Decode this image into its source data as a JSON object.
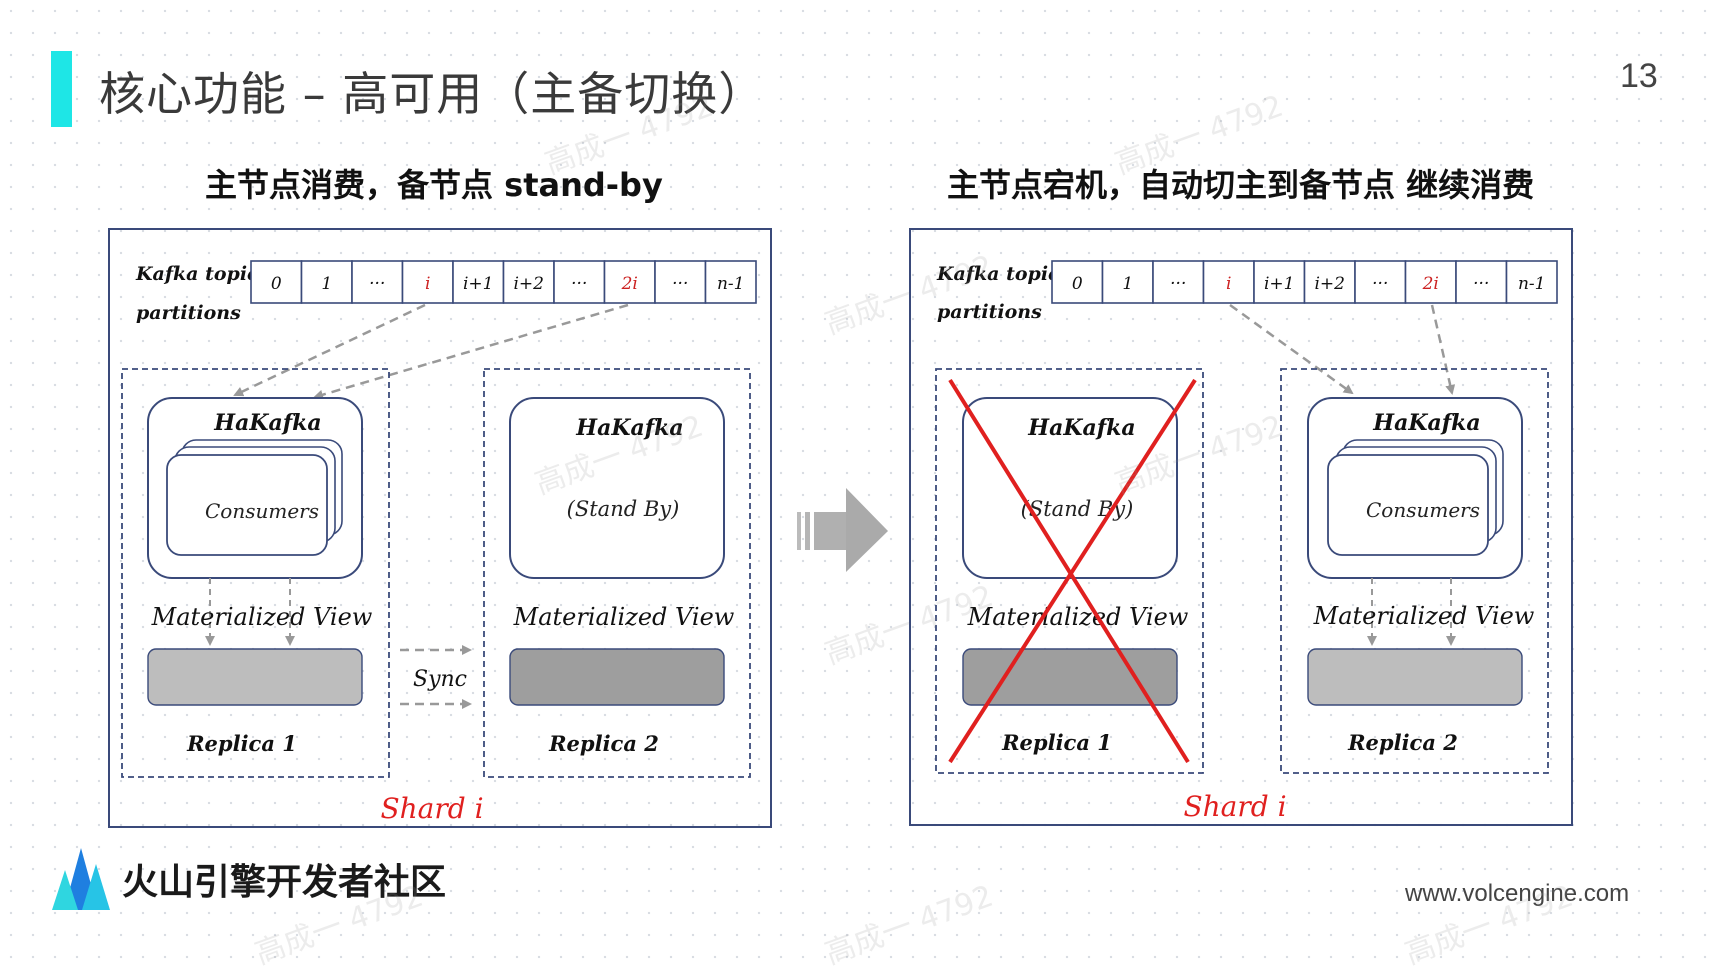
{
  "title": "核心功能 – 高可用（主备切换）",
  "page_number": "13",
  "left": {
    "heading": "主节点消费，备节点 stand-by",
    "topic_label_line1": "Kafka topic",
    "topic_label_line2": "partitions",
    "partitions": [
      "0",
      "1",
      "···",
      "i",
      "i+1",
      "i+2",
      "···",
      "2i",
      "···",
      "n-1"
    ],
    "replica1": {
      "hakafka": "HaKafka",
      "consumers": "Consumers",
      "mv": "Materialized View",
      "name": "Replica 1"
    },
    "replica2": {
      "hakafka": "HaKafka",
      "standby": "(Stand By)",
      "mv": "Materialized View",
      "name": "Replica 2"
    },
    "sync": "Sync",
    "shard": "Shard i"
  },
  "right": {
    "heading": "主节点宕机，自动切主到备节点 继续消费",
    "topic_label_line1": "Kafka topic",
    "topic_label_line2": "partitions",
    "partitions": [
      "0",
      "1",
      "···",
      "i",
      "i+1",
      "i+2",
      "···",
      "2i",
      "···",
      "n-1"
    ],
    "replica1": {
      "hakafka": "HaKafka",
      "standby": "(Stand By)",
      "mv": "Materialized View",
      "name": "Replica 1"
    },
    "replica2": {
      "hakafka": "HaKafka",
      "consumers": "Consumers",
      "mv": "Materialized View",
      "name": "Replica 2"
    },
    "shard": "Shard i"
  },
  "brand": "火山引擎开发者社区",
  "footer_url": "www.volcengine.com",
  "watermark": "高成一 4792",
  "colors": {
    "accent": "#1ee6e6",
    "highlight": "#cc2222",
    "line": "#3a4a7a",
    "cross": "#e0201f"
  }
}
